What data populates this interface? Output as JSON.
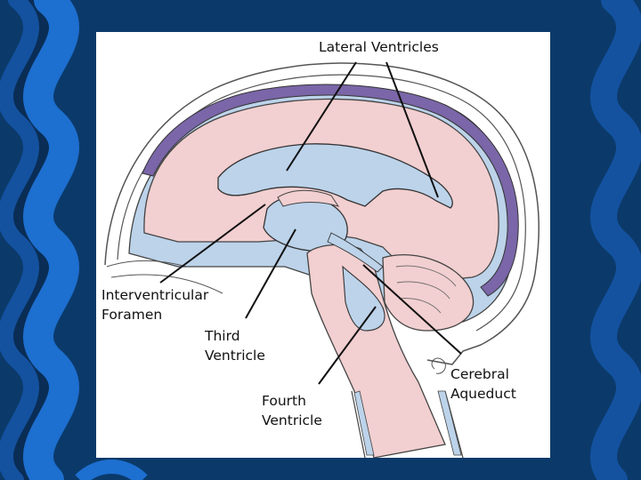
{
  "slide": {
    "background_color": "#0b3a6a",
    "wave_colors": [
      "#1452a0",
      "#1d6fd0",
      "#0a2d55"
    ]
  },
  "figure": {
    "labels": {
      "lateral_ventricles": "Lateral Ventricles",
      "interventricular_foramen": {
        "line1": "Interventricular",
        "line2": "Foramen"
      },
      "third_ventricle": {
        "line1": "Third",
        "line2": "Ventricle"
      },
      "fourth_ventricle": {
        "line1": "Fourth",
        "line2": "Ventricle"
      },
      "cerebral_aqueduct": {
        "line1": "Cerebral",
        "line2": "Aqueduct"
      }
    },
    "colors": {
      "brain_tissue": "#f2cfd0",
      "csf_ventricles": "#bcd3ea",
      "sinus": "#7a66a8",
      "outline": "#333333"
    }
  }
}
